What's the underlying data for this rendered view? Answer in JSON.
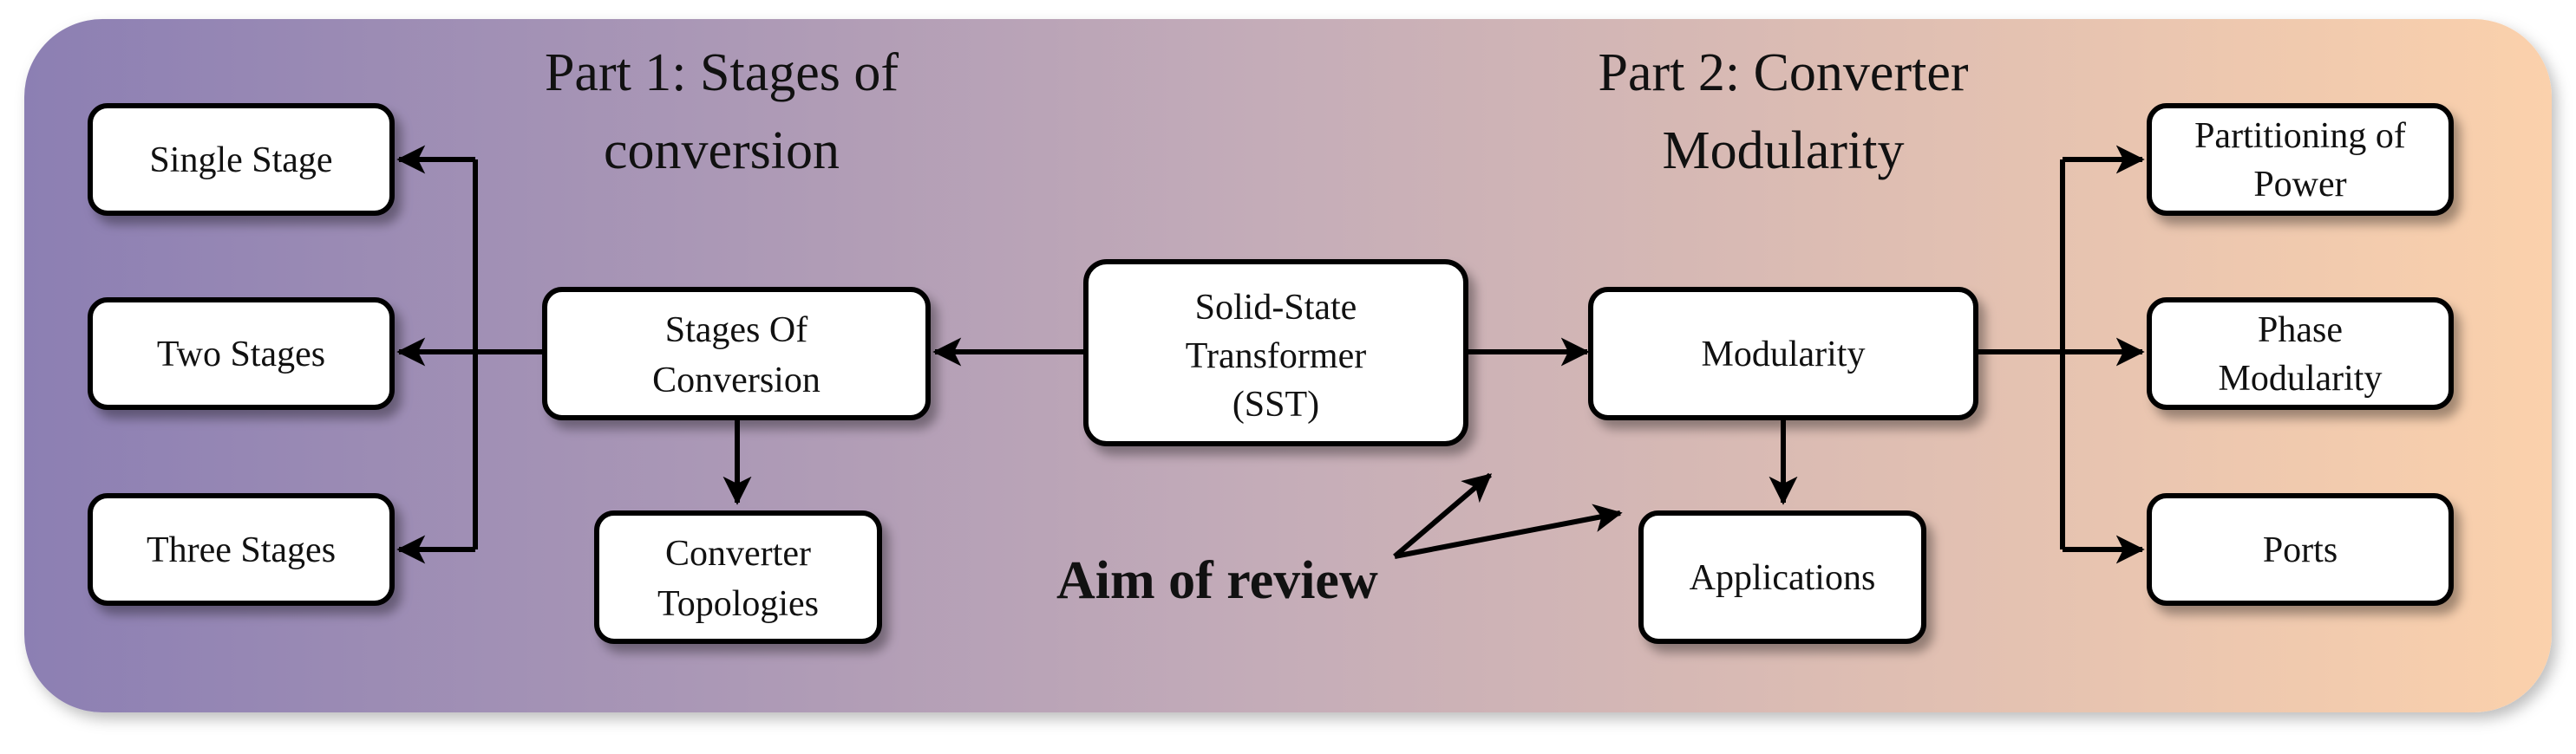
{
  "background": {
    "gradient_start": "#8c7fb3",
    "gradient_mid": "#c5adb8",
    "gradient_end": "#fbd1ac"
  },
  "part1_title": {
    "line1": "Part 1: Stages of",
    "line2": "conversion"
  },
  "part2_title": {
    "line1": "Part 2: Converter",
    "line2": "Modularity"
  },
  "center_node": {
    "line1": "Solid-State",
    "line2": "Transformer",
    "line3": "(SST)"
  },
  "stages_node": {
    "line1": "Stages Of",
    "line2": "Conversion"
  },
  "topologies_node": {
    "line1": "Converter",
    "line2": "Topologies"
  },
  "single_stage": "Single Stage",
  "two_stages": "Two Stages",
  "three_stages": "Three Stages",
  "modularity_node": "Modularity",
  "applications_node": "Applications",
  "partitioning_node": {
    "line1": "Partitioning of",
    "line2": "Power"
  },
  "phase_node": {
    "line1": "Phase",
    "line2": "Modularity"
  },
  "ports_node": "Ports",
  "aim_label": "Aim of review"
}
